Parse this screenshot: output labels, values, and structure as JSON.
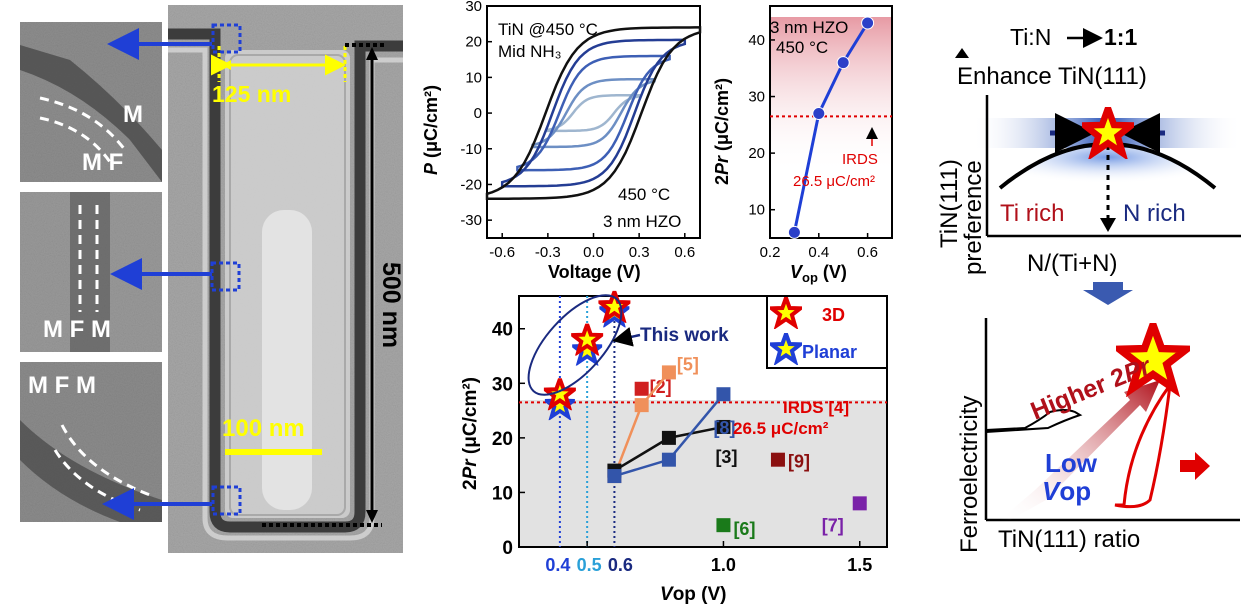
{
  "colors": {
    "blue_arrow": "#1f3fd6",
    "yellow": "#ffff00",
    "red": "#e00000",
    "navy": "#1a2a80",
    "dark_red": "#b0101a",
    "orange": "#f0905a",
    "steel_blue": "#3355aa",
    "dark_maroon": "#8b1010",
    "green": "#1a7a1a",
    "purple": "#7a22a8",
    "pink_fill": "#e8a0a8",
    "gray_fill": "#e2e2e2"
  },
  "tem": {
    "inset_top": {
      "labels": [
        "M",
        "M F"
      ]
    },
    "inset_mid": {
      "labels": [
        "M F M"
      ]
    },
    "inset_bot": {
      "labels": [
        "M F M"
      ]
    },
    "width_label": "125 nm",
    "height_label": "500 nm",
    "scale_label": "100 nm"
  },
  "hysteresis": {
    "annotation_1": "TiN @450 °C",
    "annotation_2": "Mid NH₃",
    "annotation_3": "450 °C",
    "annotation_4": "3 nm HZO",
    "ylabel_italic": "P",
    "ylabel_unit": " (μC/cm²)",
    "xlabel": "Voltage (V)",
    "x_ticks": [
      "-0.6",
      "-0.3",
      "0.0",
      "0.3",
      "0.6"
    ],
    "y_ticks": [
      "30",
      "20",
      "10",
      "0",
      "-10",
      "-20",
      "-30"
    ]
  },
  "pr_vs_vop": {
    "annotation_1": "3 nm HZO",
    "annotation_2": "450 °C",
    "ylabel_pre": "2",
    "ylabel_italic": "Pr",
    "ylabel_unit": " (μC/cm²)",
    "xlabel_italic": "V",
    "xlabel_sub": "op",
    "xlabel_unit": " (V)",
    "x_ticks": [
      "0.2",
      "0.4",
      "0.6"
    ],
    "y_ticks": [
      "40",
      "30",
      "20",
      "10"
    ],
    "irds_label_1": "IRDS",
    "irds_label_2": "26.5 μC/cm²"
  },
  "benchmark": {
    "ylabel_pre": "2",
    "ylabel_italic": "Pr",
    "ylabel_unit": " (μC/cm²)",
    "xlabel_italic": "V",
    "xlabel_rest": "op (V)",
    "x_ticks": [
      "0.5",
      "1.0",
      "1.5"
    ],
    "x_ticks_colored": [
      "0.4",
      "0.5",
      "0.6"
    ],
    "y_ticks": [
      "40",
      "30",
      "20",
      "10",
      "0"
    ],
    "legend_3d": "3D",
    "legend_planar": "Planar",
    "this_work": "This work",
    "irds_label": "IRDS [4]",
    "irds_value": "26.5 μC/cm²",
    "refs": [
      "[2]",
      "[5]",
      "[3]",
      "[8]",
      "[9]",
      "[6]",
      "[7]"
    ]
  },
  "concept_top": {
    "title_1": "Ti:N",
    "title_2": "1:1",
    "title_3": "Enhance TiN(111)",
    "ylabel_1": "TiN(111)",
    "ylabel_2": "preference",
    "xlabel": "N/(Ti+N)",
    "left_label": "Ti rich",
    "right_label": "N rich"
  },
  "concept_bottom": {
    "ylabel": "Ferroelectricity",
    "xlabel": "TiN(111) ratio",
    "higher_pre": "Higher 2",
    "higher_italic": "Pr",
    "low_1": "Low",
    "low_2_italic": "V",
    "low_2_rest": "op"
  },
  "chart_data": [
    {
      "type": "line",
      "xlabel": "Voltage (V)",
      "ylabel": "P (μC/cm²)",
      "xlim": [
        -0.7,
        0.7
      ],
      "ylim": [
        -35,
        30
      ],
      "series": [
        {
          "amplitude_v": 0.3,
          "pmax": 7,
          "pr": 3
        },
        {
          "amplitude_v": 0.4,
          "pmax": 12,
          "pr": 7
        },
        {
          "amplitude_v": 0.5,
          "pmax": 18,
          "pr": 14
        },
        {
          "amplitude_v": 0.6,
          "pmax": 22,
          "pr": 19
        },
        {
          "amplitude_v": 0.7,
          "pmax": 27,
          "pr": 21
        }
      ]
    },
    {
      "type": "line",
      "xlabel": "Vop (V)",
      "ylabel": "2Pr (μC/cm²)",
      "xlim": [
        0.2,
        0.7
      ],
      "ylim": [
        5,
        46
      ],
      "series": [
        {
          "x": [
            0.3,
            0.4,
            0.5,
            0.6
          ],
          "y": [
            6,
            27,
            36,
            43
          ]
        }
      ],
      "reference_line": 26.5
    },
    {
      "type": "scatter",
      "xlabel": "Vop (V)",
      "ylabel": "2Pr (μC/cm²)",
      "xlim": [
        0.25,
        1.6
      ],
      "ylim": [
        0,
        46
      ],
      "reference_line": 26.5,
      "this_work_3d": {
        "x": [
          0.4,
          0.5,
          0.6
        ],
        "y": [
          28,
          38,
          44
        ]
      },
      "this_work_planar": {
        "x": [
          0.4,
          0.5,
          0.6
        ],
        "y": [
          26,
          36,
          43
        ]
      },
      "refs": [
        {
          "label": "[2]",
          "x": [
            0.7
          ],
          "y": [
            29
          ]
        },
        {
          "label": "[5]",
          "x": [
            0.6,
            0.7,
            0.8
          ],
          "y": [
            13,
            26,
            32
          ]
        },
        {
          "label": "[3]",
          "x": [
            0.6,
            0.8,
            1.0
          ],
          "y": [
            14,
            20,
            22
          ]
        },
        {
          "label": "[8]",
          "x": [
            0.6,
            0.8,
            1.0
          ],
          "y": [
            13,
            16,
            28
          ]
        },
        {
          "label": "[9]",
          "x": [
            1.2
          ],
          "y": [
            16
          ]
        },
        {
          "label": "[6]",
          "x": [
            1.0
          ],
          "y": [
            4
          ]
        },
        {
          "label": "[7]",
          "x": [
            1.5
          ],
          "y": [
            8
          ]
        }
      ]
    }
  ]
}
